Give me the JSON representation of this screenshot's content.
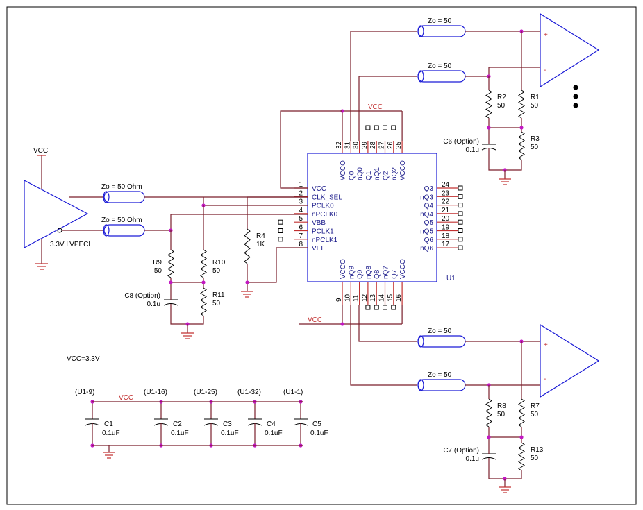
{
  "u1": {
    "ref": "U1",
    "left_pins": [
      {
        "num": "1",
        "name": "VCC"
      },
      {
        "num": "2",
        "name": "CLK_SEL"
      },
      {
        "num": "3",
        "name": "PCLK0"
      },
      {
        "num": "4",
        "name": "nPCLK0"
      },
      {
        "num": "5",
        "name": "VBB"
      },
      {
        "num": "6",
        "name": "PCLK1"
      },
      {
        "num": "7",
        "name": "nPCLK1"
      },
      {
        "num": "8",
        "name": "VEE"
      }
    ],
    "right_pins": [
      {
        "num": "24",
        "name": "Q3"
      },
      {
        "num": "23",
        "name": "nQ3"
      },
      {
        "num": "22",
        "name": "Q4"
      },
      {
        "num": "21",
        "name": "nQ4"
      },
      {
        "num": "20",
        "name": "Q5"
      },
      {
        "num": "19",
        "name": "nQ5"
      },
      {
        "num": "18",
        "name": "Q6"
      },
      {
        "num": "17",
        "name": "nQ6"
      }
    ],
    "top_pins": [
      {
        "num": "32",
        "name": "VCCO"
      },
      {
        "num": "31",
        "name": "Q0"
      },
      {
        "num": "30",
        "name": "nQ0"
      },
      {
        "num": "29",
        "name": "Q1"
      },
      {
        "num": "28",
        "name": "nQ1"
      },
      {
        "num": "27",
        "name": "Q2"
      },
      {
        "num": "26",
        "name": "nQ2"
      },
      {
        "num": "25",
        "name": "VCCO"
      }
    ],
    "bottom_pins": [
      {
        "num": "9",
        "name": "VCCO"
      },
      {
        "num": "10",
        "name": "nQ9"
      },
      {
        "num": "11",
        "name": "Q9"
      },
      {
        "num": "12",
        "name": "nQ8"
      },
      {
        "num": "13",
        "name": "Q8"
      },
      {
        "num": "14",
        "name": "nQ7"
      },
      {
        "num": "15",
        "name": "Q7"
      },
      {
        "num": "16",
        "name": "VCCO"
      }
    ]
  },
  "net_vcc": "VCC",
  "driver": {
    "label": "3.3V LVPECL",
    "vcc": "VCC"
  },
  "tlines": {
    "input_top": "Zo = 50 Ohm",
    "input_bot": "Zo = 50 Ohm",
    "out_top_p": "Zo = 50",
    "out_top_n": "Zo = 50",
    "out_bot_p": "Zo = 50",
    "out_bot_n": "Zo = 50"
  },
  "resistors": {
    "R1": {
      "ref": "R1",
      "val": "50"
    },
    "R2": {
      "ref": "R2",
      "val": "50"
    },
    "R3": {
      "ref": "R3",
      "val": "50"
    },
    "R4": {
      "ref": "R4",
      "val": "1K"
    },
    "R7": {
      "ref": "R7",
      "val": "50"
    },
    "R8": {
      "ref": "R8",
      "val": "50"
    },
    "R9": {
      "ref": "R9",
      "val": "50"
    },
    "R10": {
      "ref": "R10",
      "val": "50"
    },
    "R11": {
      "ref": "R11",
      "val": "50"
    },
    "R13": {
      "ref": "R13",
      "val": "50"
    }
  },
  "caps": {
    "C6": {
      "ref": "C6 (Option)",
      "val": "0.1u"
    },
    "C7": {
      "ref": "C7 (Option)",
      "val": "0.1u"
    },
    "C8": {
      "ref": "C8 (Option)",
      "val": "0.1u"
    },
    "C1": {
      "ref": "C1",
      "val": "0.1uF",
      "tag": "(U1-9)"
    },
    "C2": {
      "ref": "C2",
      "val": "0.1uF",
      "tag": "(U1-16)"
    },
    "C3": {
      "ref": "C3",
      "val": "0.1uF",
      "tag": "(U1-25)"
    },
    "C4": {
      "ref": "C4",
      "val": "0.1uF",
      "tag": "(U1-32)"
    },
    "C5": {
      "ref": "C5",
      "val": "0.1uF",
      "tag": "(U1-1)"
    }
  },
  "receiver": {
    "plus": "+",
    "minus": "-"
  },
  "vcc_note": "VCC=3.3V"
}
